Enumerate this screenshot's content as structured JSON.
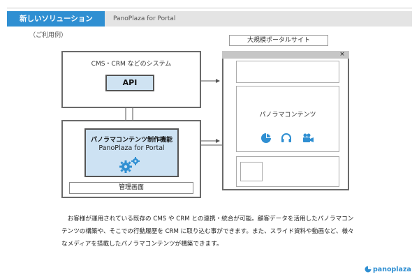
{
  "header": {
    "tab_label": "新しいソリューション",
    "subtitle": "PanoPlaza for Portal",
    "tab_color": "#2f8fd2"
  },
  "diagram": {
    "example_label": "（ご利用例）",
    "system": {
      "title": "CMS・CRM などのシステム",
      "api_label": "API"
    },
    "production": {
      "title": "パノラマコンテンツ制作機能",
      "subtitle": "PanoPlaza for Portal",
      "management_label": "管理画面"
    },
    "portal": {
      "label": "大規模ポータルサイト",
      "close_glyph": "×",
      "content_title": "パノラマコンテンツ",
      "icons": [
        "pie-chart-icon",
        "headphones-icon",
        "video-camera-icon"
      ]
    }
  },
  "description": "お客様が運用されている既存の CMS や CRM との連携・統合が可能。顧客データを活用したパノラマコンテンツの構築や、そこでの行動履歴を CRM に取り込む事ができます。また、スライド資料や動画など、様々なメディアを搭載したパノラマコンテンツが構築できます。",
  "logo": {
    "text": "panoplaza",
    "color": "#2f8fd2"
  },
  "colors": {
    "accent_blue": "#2f8fd2",
    "box_fill_blue": "#cde2f3"
  }
}
